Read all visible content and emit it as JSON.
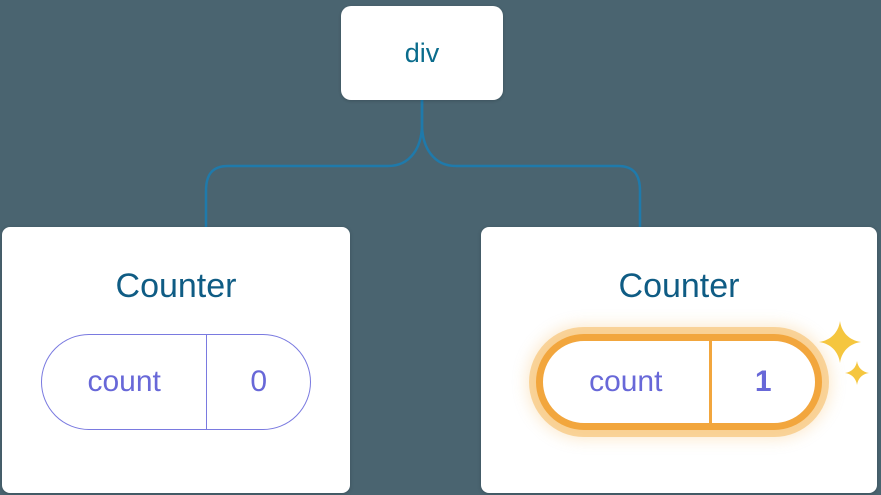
{
  "root_node": {
    "label": "div"
  },
  "cards": [
    {
      "title": "Counter",
      "state_key": "count",
      "state_value": "0",
      "highlighted": false
    },
    {
      "title": "Counter",
      "state_key": "count",
      "state_value": "1",
      "highlighted": true
    }
  ],
  "icons": {
    "sparkle_large": "four-point-star",
    "sparkle_small": "four-point-star"
  },
  "colors": {
    "background": "#4a6470",
    "node_background": "#ffffff",
    "connector": "#1f7aab",
    "root_label": "#0a6c8c",
    "card_title": "#0f5c84",
    "state_purple": "#6868d8",
    "highlight_orange": "#f2a63d",
    "highlight_glow": "rgba(245,180,80,0.5)",
    "sparkle_gold": "#f5c63f"
  }
}
